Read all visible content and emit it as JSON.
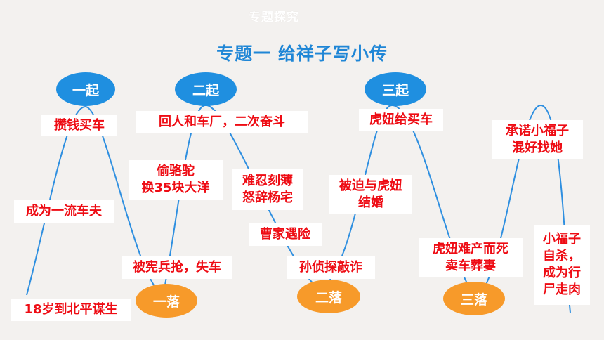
{
  "header": {
    "section_label": "专题探究",
    "title": "专题一  给祥子写小传"
  },
  "rises": [
    "一起",
    "二起",
    "三起"
  ],
  "falls": [
    "一落",
    "二落",
    "三落"
  ],
  "events": [
    "攒钱买车",
    "成为一流车夫",
    "18岁到北平谋生",
    "回人和车厂，二次奋斗",
    "偷骆驼\n换35块大洋",
    "被宪兵抢，失车",
    "难忍刻薄\n怒辞杨宅",
    "曹家遇险",
    "孙侦探敲诈",
    "虎妞给买车",
    "被迫与虎妞\n结婚",
    "虎妞难产而死\n卖车葬妻",
    "承诺小福子\n混好找她",
    "小福子\n自杀，\n成为行\n尸走肉"
  ],
  "colors": {
    "line": "#2e8fe0",
    "rise_oval": "#1f8fe0",
    "fall_oval": "#f79a2a",
    "label_text": "#ee0c14",
    "title": "#1f86d6"
  }
}
